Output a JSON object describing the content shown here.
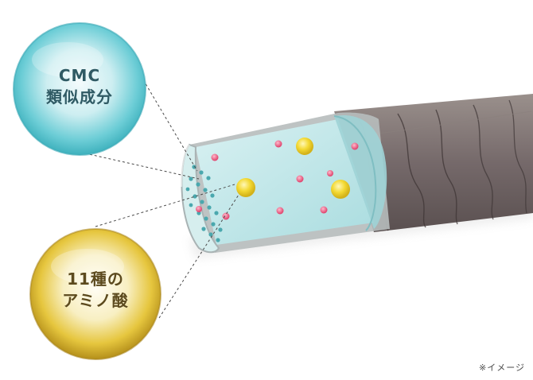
{
  "labels": {
    "cmc_line1": "CMC",
    "cmc_line2": "類似成分",
    "amino_line1": "11種の",
    "amino_line2": "アミノ酸"
  },
  "note": "※イメージ",
  "colors": {
    "cmc_bubble": "#5cc8d2",
    "amino_bubble": "#e3c43a",
    "hair_shaft": "#7a6e6a",
    "hair_core": "#bfe6e8",
    "pink_particle": "#ec5b86",
    "yellow_particle": "#f1d72a",
    "teal_dot": "#4aa8ae"
  }
}
